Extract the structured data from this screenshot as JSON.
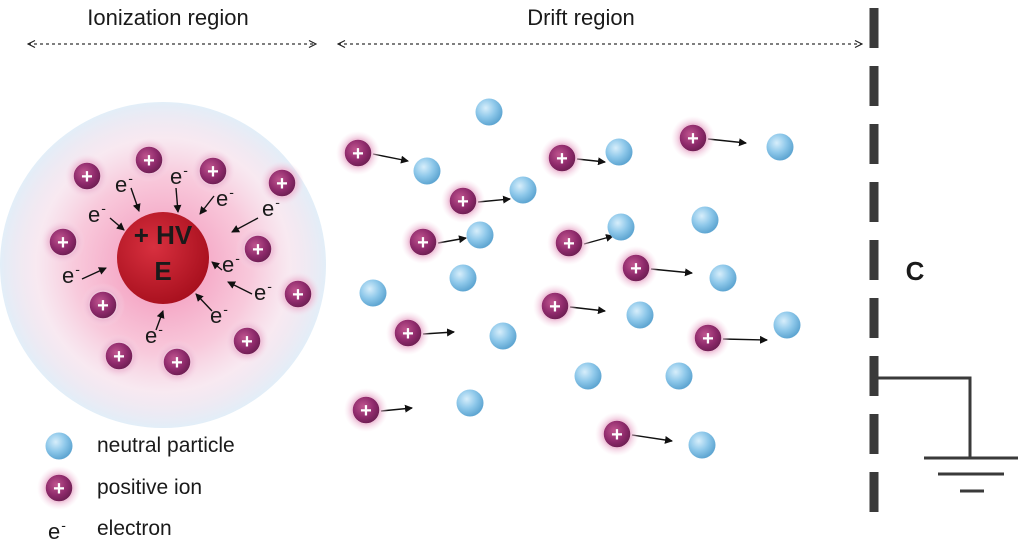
{
  "regions": {
    "ionization": "Ionization region",
    "drift": "Drift region"
  },
  "electrode": {
    "line1": "+ HV",
    "line2": "E"
  },
  "collector": "C",
  "electron_symbol": "e",
  "electron_sup": "-",
  "ion_symbol": "+",
  "legend": {
    "neutral": "neutral particle",
    "ion": "positive ion",
    "electron": "electron"
  },
  "colors": {
    "neutral": "#8ec8ea",
    "ion": "#8e2a6b",
    "electrode": "#b8192a",
    "halo_pink": "#f2b7cf",
    "halo_blue": "#e4eff8"
  }
}
